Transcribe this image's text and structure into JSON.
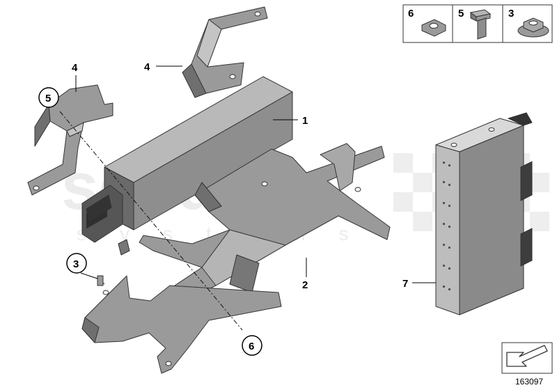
{
  "watermark": {
    "brand": "scuderia",
    "tagline": "systems"
  },
  "legend": [
    {
      "num": "6",
      "part": "hex-nut-icon"
    },
    {
      "num": "5",
      "part": "bolt-icon"
    },
    {
      "num": "3",
      "part": "flange-nut-icon"
    }
  ],
  "callouts": [
    {
      "id": "1",
      "label": "1"
    },
    {
      "id": "2",
      "label": "2"
    },
    {
      "id": "3",
      "label": "3"
    },
    {
      "id": "4a",
      "label": "4"
    },
    {
      "id": "4b",
      "label": "4"
    },
    {
      "id": "5",
      "label": "5"
    },
    {
      "id": "6",
      "label": "6"
    },
    {
      "id": "7",
      "label": "7"
    }
  ],
  "diagram_id": "163097",
  "colors": {
    "metal": "#9a9a9a",
    "metal_dark": "#6f6f6f",
    "metal_light": "#c4c4c4",
    "module_dark": "#565656"
  }
}
